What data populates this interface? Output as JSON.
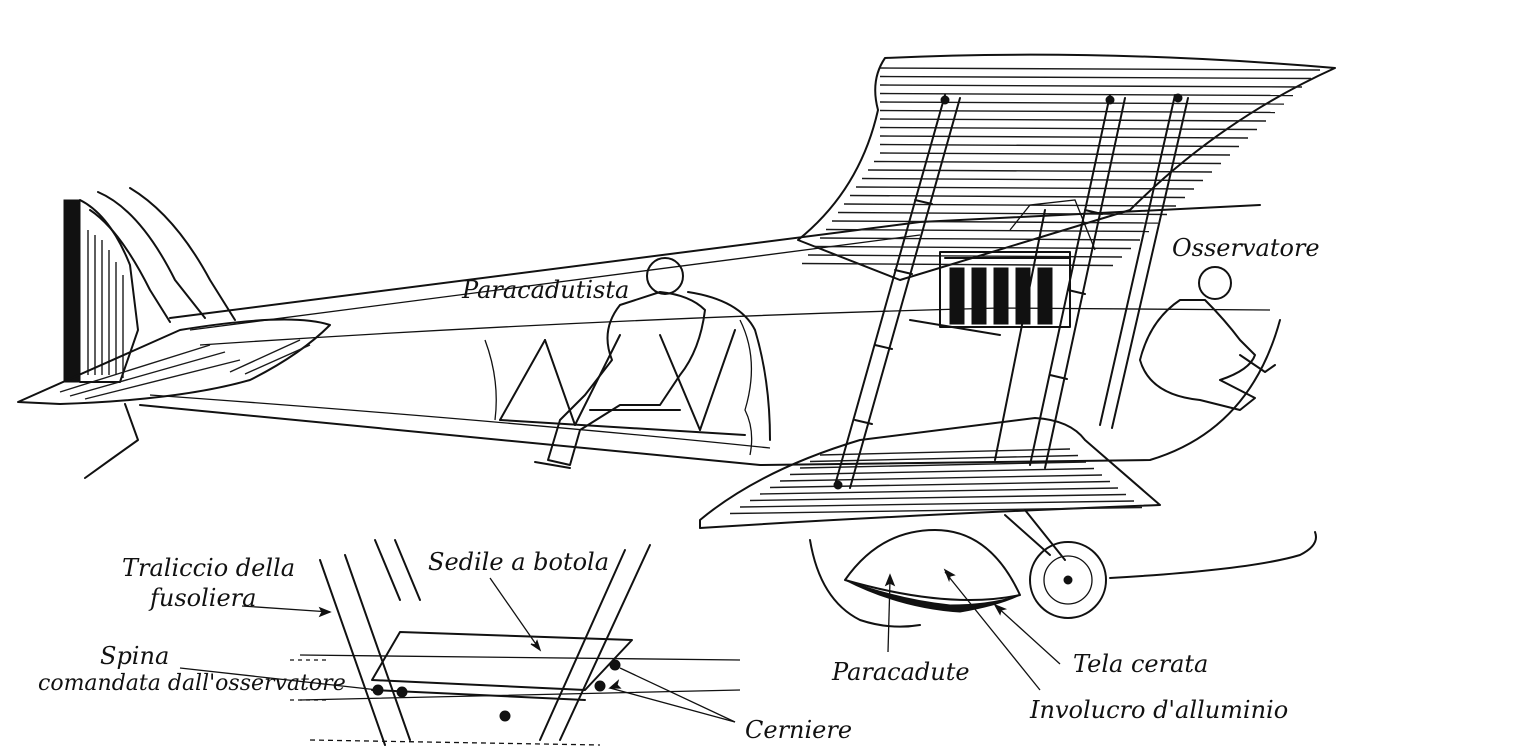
{
  "labels": {
    "paracadutista": "Paracadutista",
    "osservatore": "Osservatore",
    "traliccio_line1": "Traliccio della",
    "traliccio_line2": "fusoliera",
    "sedile": "Sedile a botola",
    "spina_line1": "Spina",
    "spina_line2": "comandata dall'osservatore",
    "cerniere": "Cerniere",
    "paracadute": "Paracadute",
    "tela": "Tela cerata",
    "involucro": "Involucro d'alluminio"
  }
}
